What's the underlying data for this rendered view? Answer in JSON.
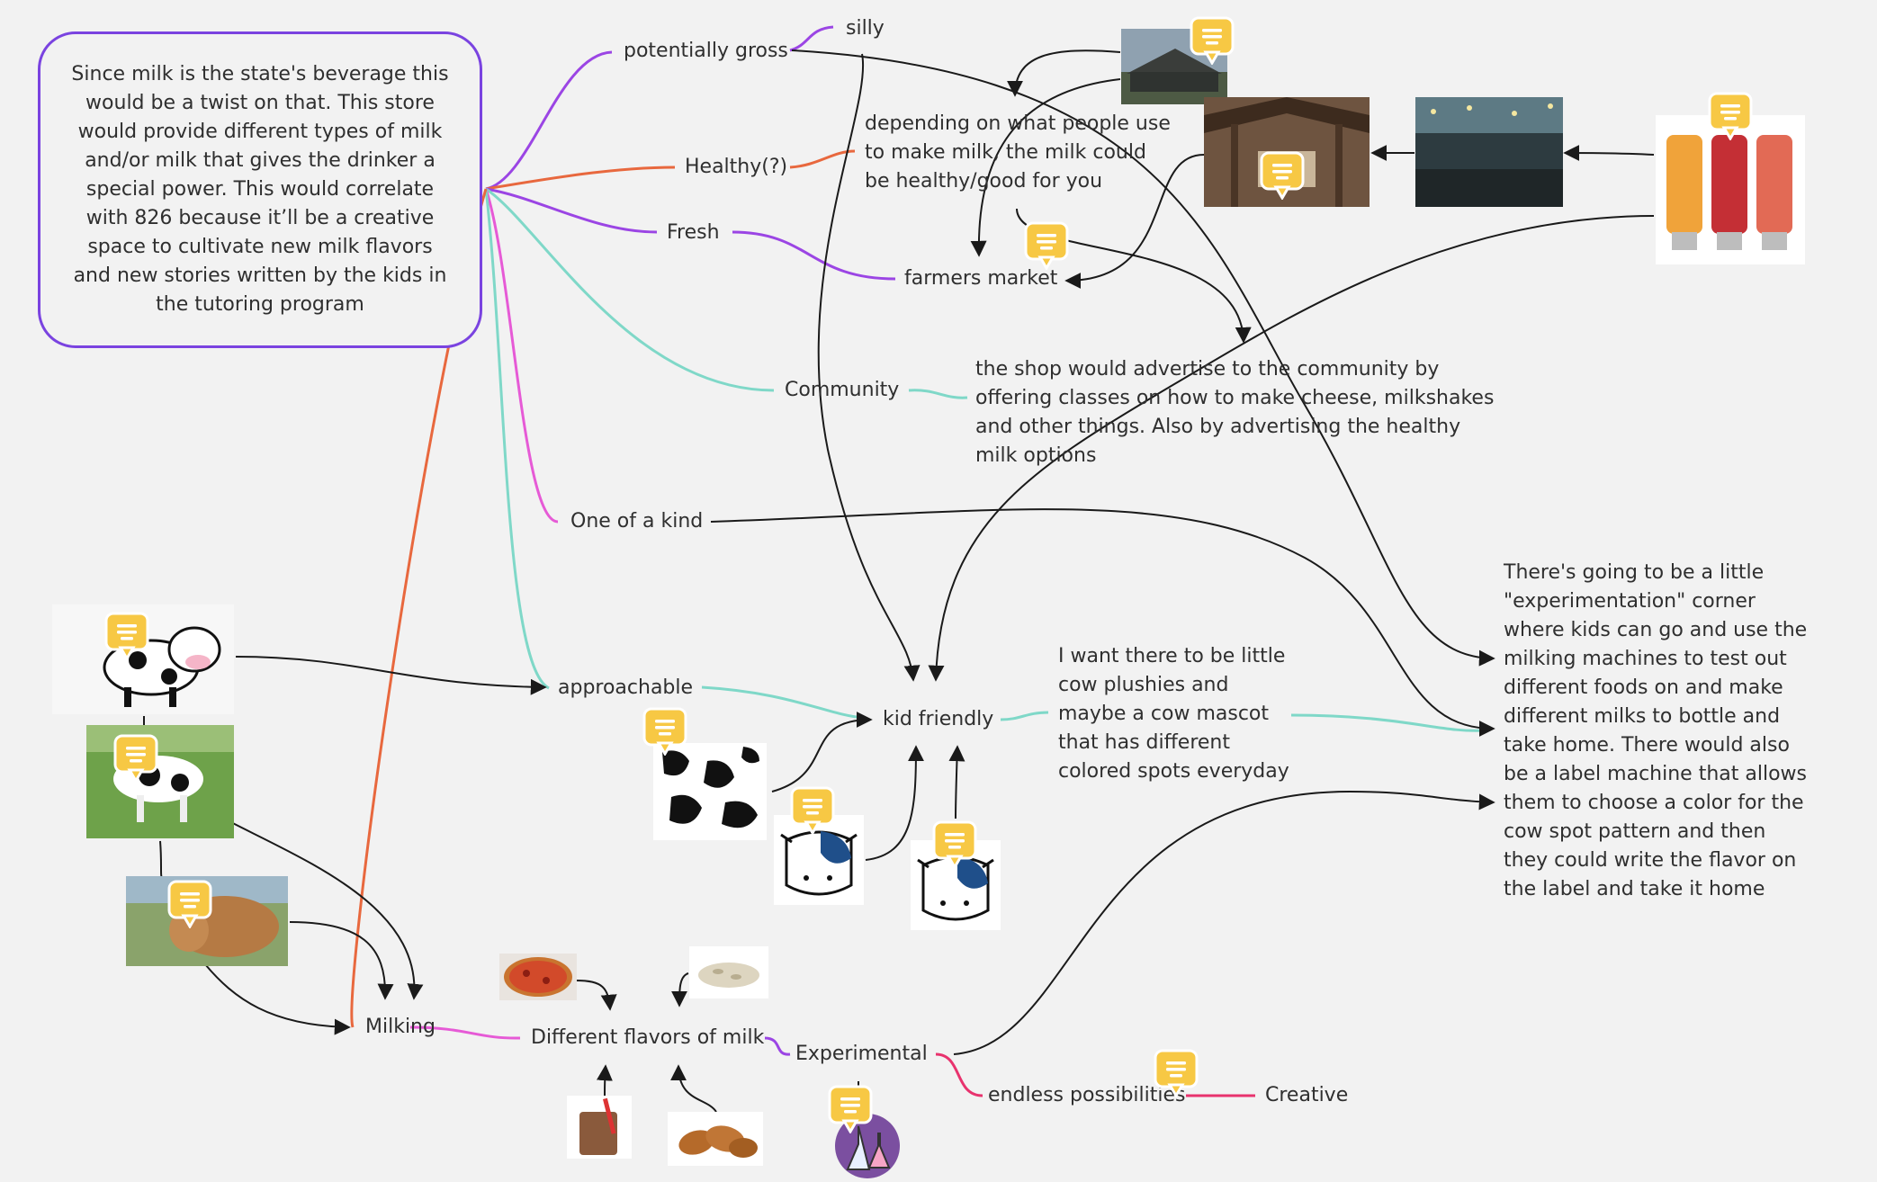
{
  "root": {
    "text": "Since milk is the state's beverage this would be a twist on that. This store would provide different types of milk and/or milk that gives the drinker a special power. This would correlate with 826 because it’ll be a creative space to cultivate new milk flavors and new stories written by the kids in the tutoring program"
  },
  "nodes": {
    "potentially_gross": "potentially gross",
    "silly": "silly",
    "healthy": "Healthy(?)",
    "fresh": "Fresh",
    "farmers_market": "farmers market",
    "community": "Community",
    "one_of_a_kind": "One of a kind",
    "approachable": "approachable",
    "kid_friendly": "kid friendly",
    "milking": "Milking",
    "different_flavors": "Different flavors of milk",
    "experimental": "Experimental",
    "endless_possibilities": "endless possibilities",
    "creative": "Creative"
  },
  "notes": {
    "healthy_note": "depending on what people use to make milk, the milk could be healthy/good for you",
    "community_note": "the shop would advertise to the community by offering classes on how to make cheese, milkshakes and other things. Also by advertising the healthy milk options",
    "kid_friendly_note": "I want there to be little cow plushies and maybe a cow mascot that has different colored spots everyday",
    "experiment_note": "There's going to be a little \"experimentation\" corner where kids can go and use the milking machines to test out different foods on and make different milks to bottle and take home. There would also be a label machine that allows them to choose a color for the cow spot pattern and then they could write the flavor on the label and take it home"
  },
  "colors": {
    "purple": "#9b45e4",
    "orange": "#e8683e",
    "teal": "#7fd8c8",
    "pink": "#e65ad6",
    "magenta": "#e8336e",
    "connector": "#1a1a1a",
    "badge": "#f7c844"
  },
  "icons": {
    "comment": "comment-icon"
  }
}
